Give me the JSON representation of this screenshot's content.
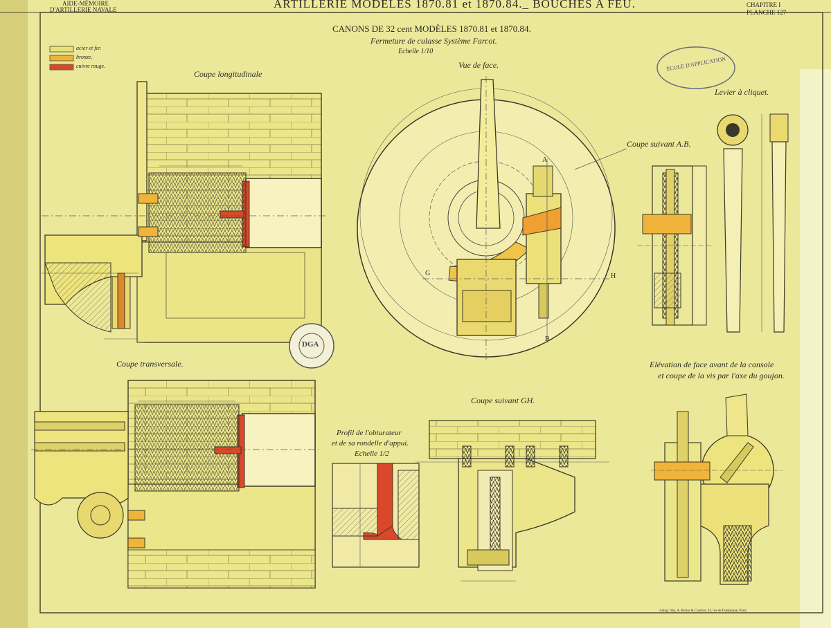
{
  "header": {
    "left_line1": "AIDE-MÉMOIRE",
    "left_line2": "D'ARTILLERIE NAVALE",
    "center": "ARTILLERIE MODÈLES 1870.81 et 1870.84._ BOUCHES A FEU.",
    "right_line1": "CHAPITRE I",
    "right_line2": "PLANCHE 127"
  },
  "title": {
    "line1": "CANONS DE 32 cent MODÈLES 1870.81 et 1870.84.",
    "line2": "Fermeture de culasse Système Farcot.",
    "scale": "Echelle 1/10"
  },
  "legend": [
    {
      "label": "acier et fer.",
      "color": "#e8e27a"
    },
    {
      "label": "bronze.",
      "color": "#f0b43a"
    },
    {
      "label": "cuivre rouge.",
      "color": "#d9482a"
    }
  ],
  "stamp_top": "ÉCOLE D'APPLICATION",
  "stamp_mid": "DGA",
  "views": {
    "coupe_longitudinale": "Coupe longitudinale",
    "vue_de_face": "Vue de face.",
    "levier": "Levier à cliquet.",
    "coupe_ab": "Coupe suivant A.B.",
    "coupe_transversale": "Coupe transversale.",
    "coupe_gh": "Coupe suivant GH.",
    "profil_line1": "Profil de l'obturateur",
    "profil_line2": "et de sa rondelle d'appui.",
    "profil_scale": "Echelle 1/2",
    "elevation_line1": "Elévation de face avant de la console",
    "elevation_line2": "et coupe de la vis par l'axe du goujon."
  },
  "markers": {
    "a": "A",
    "b": "B",
    "g": "G",
    "h": "H"
  },
  "footer": "Autog. Imp. A. Broise & Courtier, 43, rue de Dunkerque, Paris."
}
